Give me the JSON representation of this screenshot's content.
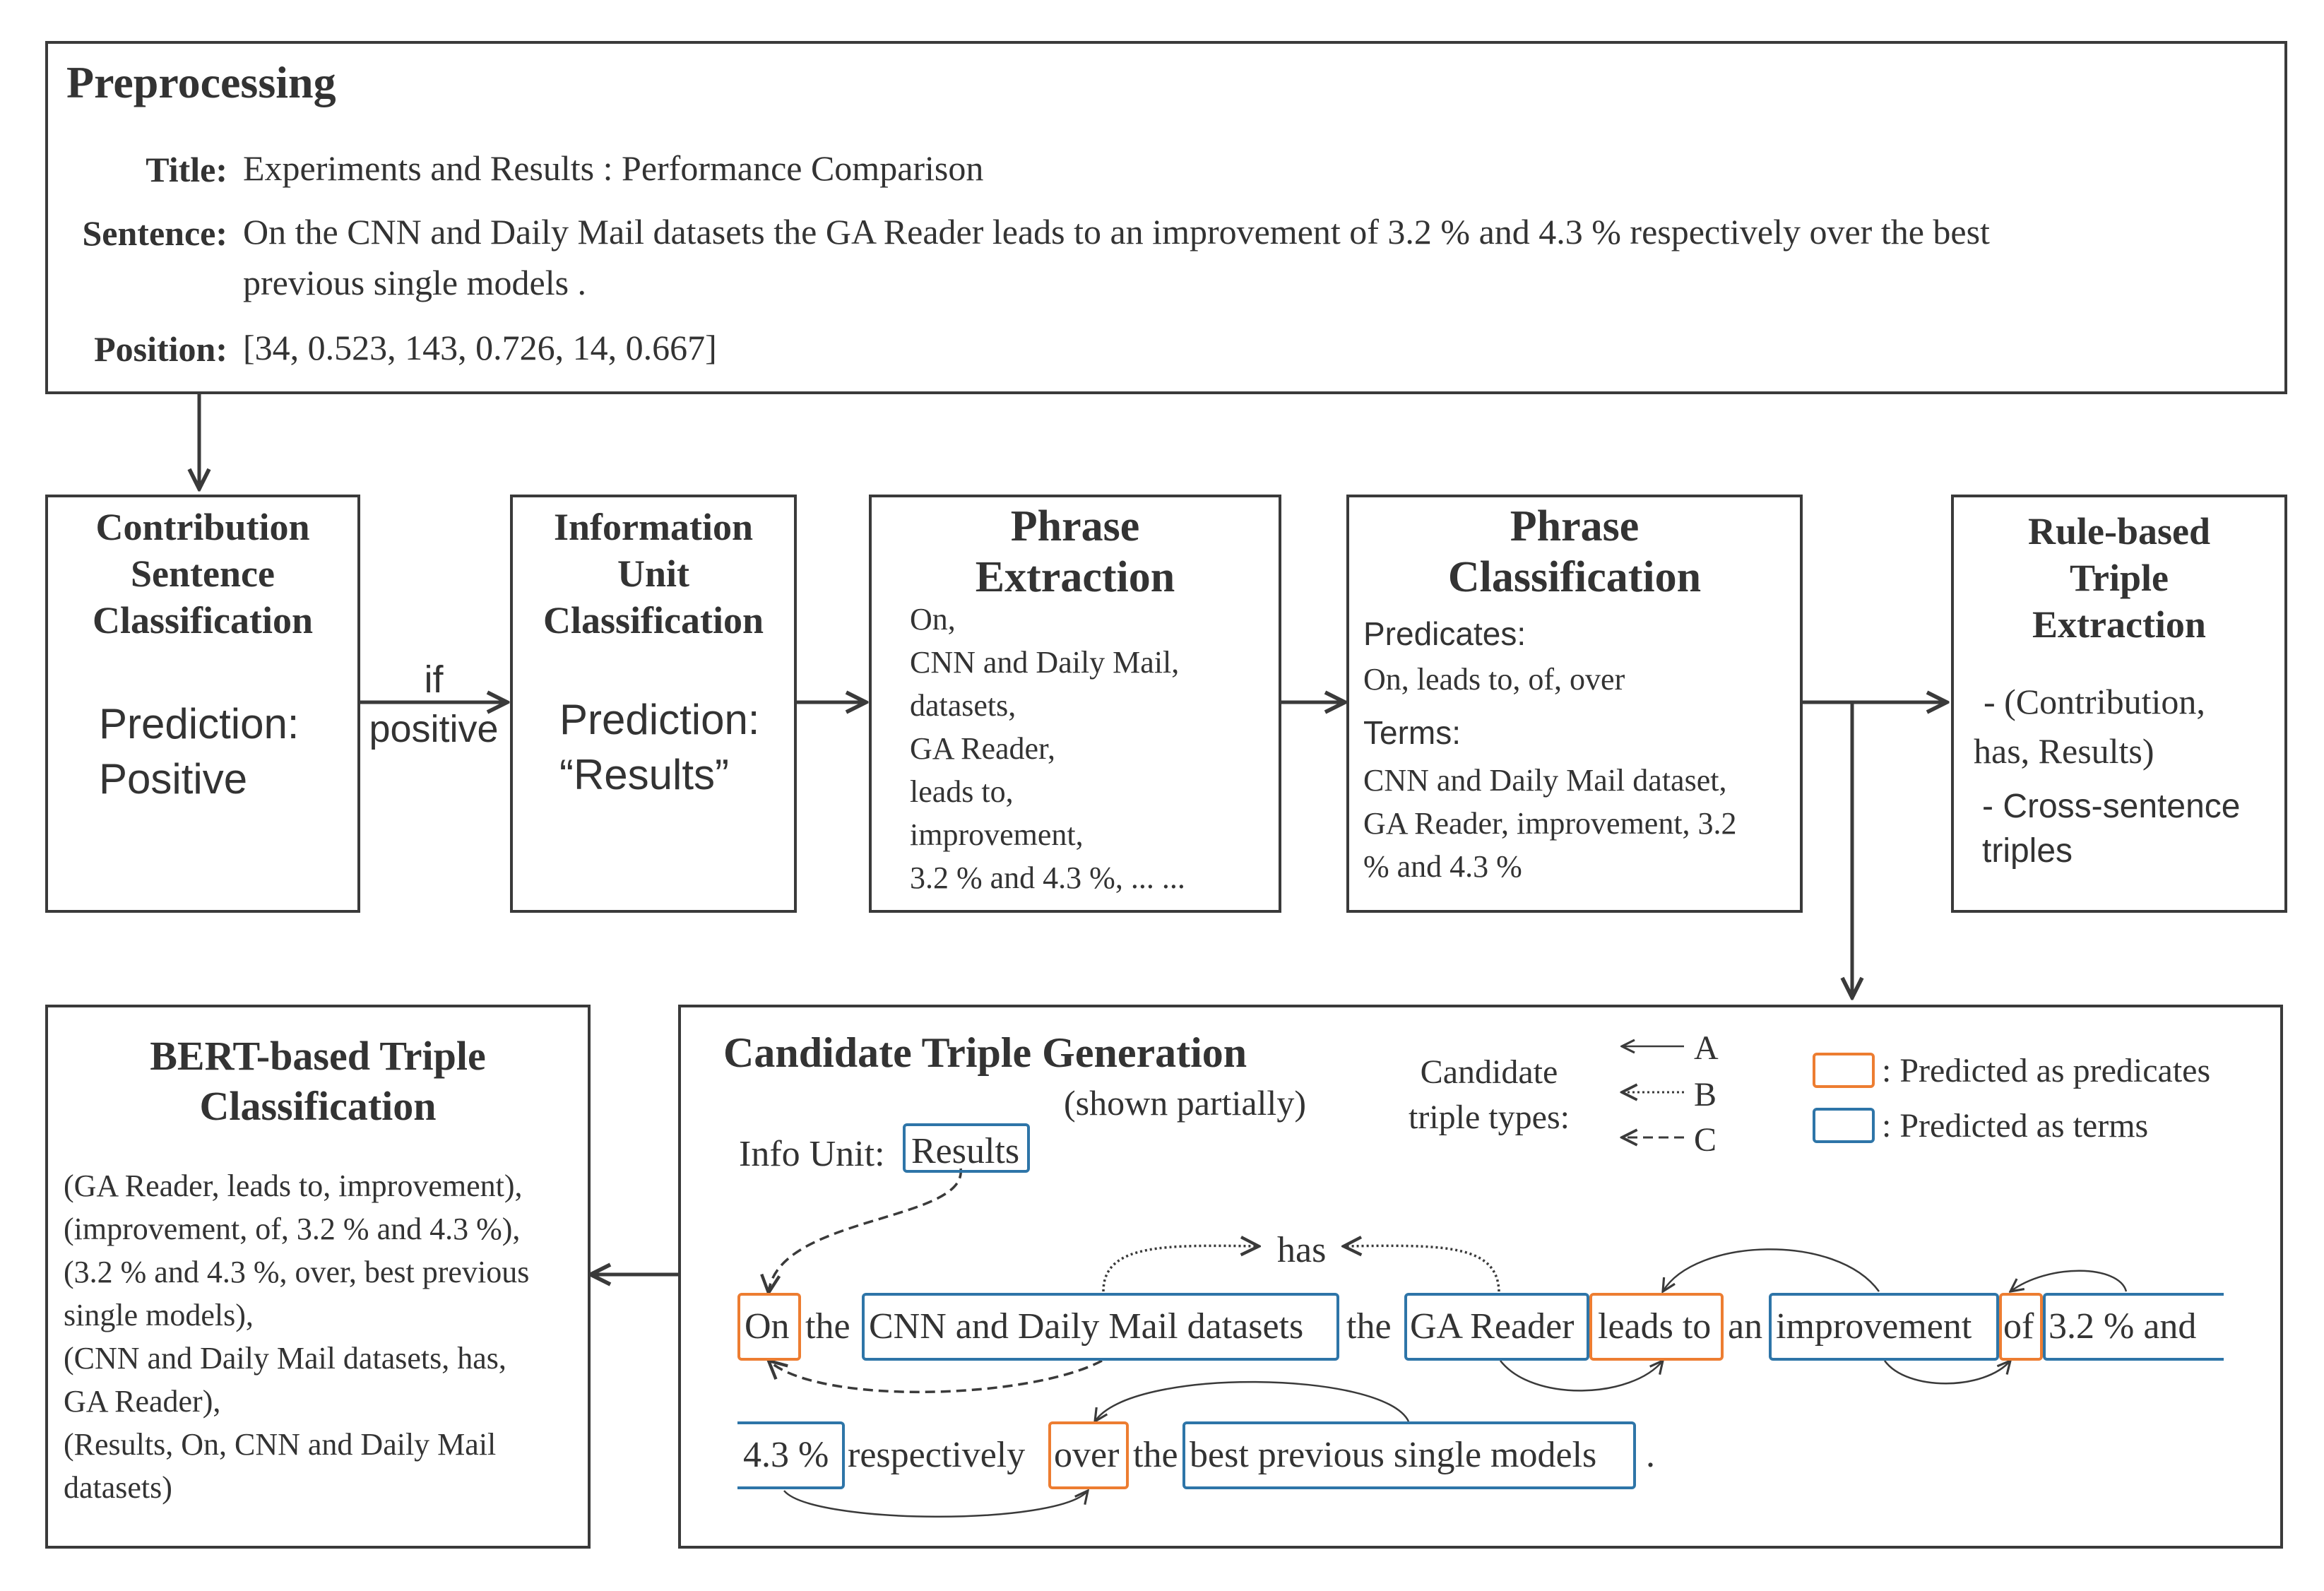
{
  "preprocessing": {
    "title": "Preprocessing",
    "title_label": "Title:",
    "title_value": "Experiments and Results : Performance Comparison",
    "sentence_label": "Sentence:",
    "sentence_line1": "On the CNN and Daily Mail datasets the GA Reader leads to an improvement of 3.2 % and 4.3 % respectively over the best",
    "sentence_line2": "previous single models .",
    "position_label": "Position:",
    "position_value": "[34, 0.523, 143, 0.726, 14, 0.667]"
  },
  "contribution": {
    "title": [
      "Contribution",
      "Sentence",
      "Classification"
    ],
    "prediction": [
      "Prediction:",
      "Positive"
    ]
  },
  "edge_if_positive": [
    "if",
    "positive"
  ],
  "info_unit": {
    "title": [
      "Information",
      "Unit",
      "Classification"
    ],
    "prediction": [
      "Prediction:",
      "“Results”"
    ]
  },
  "phrase_extraction": {
    "title": [
      "Phrase",
      "Extraction"
    ],
    "items": [
      "On,",
      "CNN and Daily Mail,",
      "datasets,",
      "GA Reader,",
      "leads to,",
      "improvement,",
      "3.2 % and 4.3 %, ... ..."
    ]
  },
  "phrase_classification": {
    "title": [
      "Phrase",
      "Classification"
    ],
    "predicates_label": "Predicates:",
    "predicates": "On, leads to, of, over",
    "terms_label": "Terms:",
    "terms": [
      "CNN and Daily Mail dataset,",
      "GA Reader, improvement, 3.2",
      "% and 4.3 %"
    ]
  },
  "rule_based": {
    "title": [
      "Rule-based",
      "Triple",
      "Extraction"
    ],
    "item1": [
      "- (Contribution,",
      "has, Results)"
    ],
    "item2": [
      "- Cross-sentence",
      "triples"
    ]
  },
  "bert": {
    "title": [
      "BERT-based Triple",
      "Classification"
    ],
    "items": [
      "(GA Reader, leads to, improvement),",
      "(improvement, of, 3.2 % and 4.3 %),",
      "(3.2 % and 4.3 %, over, best previous",
      "single models),",
      "(CNN and Daily Mail datasets, has,",
      "GA Reader),",
      "(Results, On, CNN and Daily Mail",
      "datasets)"
    ]
  },
  "candidate": {
    "title": "Candidate Triple Generation",
    "subtitle": "(shown partially)",
    "types_label": [
      "Candidate",
      "triple types:"
    ],
    "type_a": "A",
    "type_b": "B",
    "type_c": "C",
    "legend_pred": ": Predicted as predicates",
    "legend_term": ": Predicted as terms",
    "info_unit_label": "Info Unit:",
    "info_unit_value": "Results",
    "has_label": "has",
    "row1": {
      "on": "On",
      "the1": "the",
      "cnn": "CNN and Daily Mail datasets",
      "the2": "the",
      "ga": "GA Reader",
      "leads": "leads to",
      "an": "an",
      "improvement": "improvement",
      "of": "of",
      "num1": "3.2 % and"
    },
    "row2": {
      "num2": "4.3 %",
      "respectively": "respectively",
      "over": "over",
      "the3": "the",
      "best": "best previous single models",
      "period": "."
    }
  },
  "colors": {
    "predicate": "#ed7d31",
    "term": "#2e75a8",
    "line": "#3a3a3a"
  }
}
